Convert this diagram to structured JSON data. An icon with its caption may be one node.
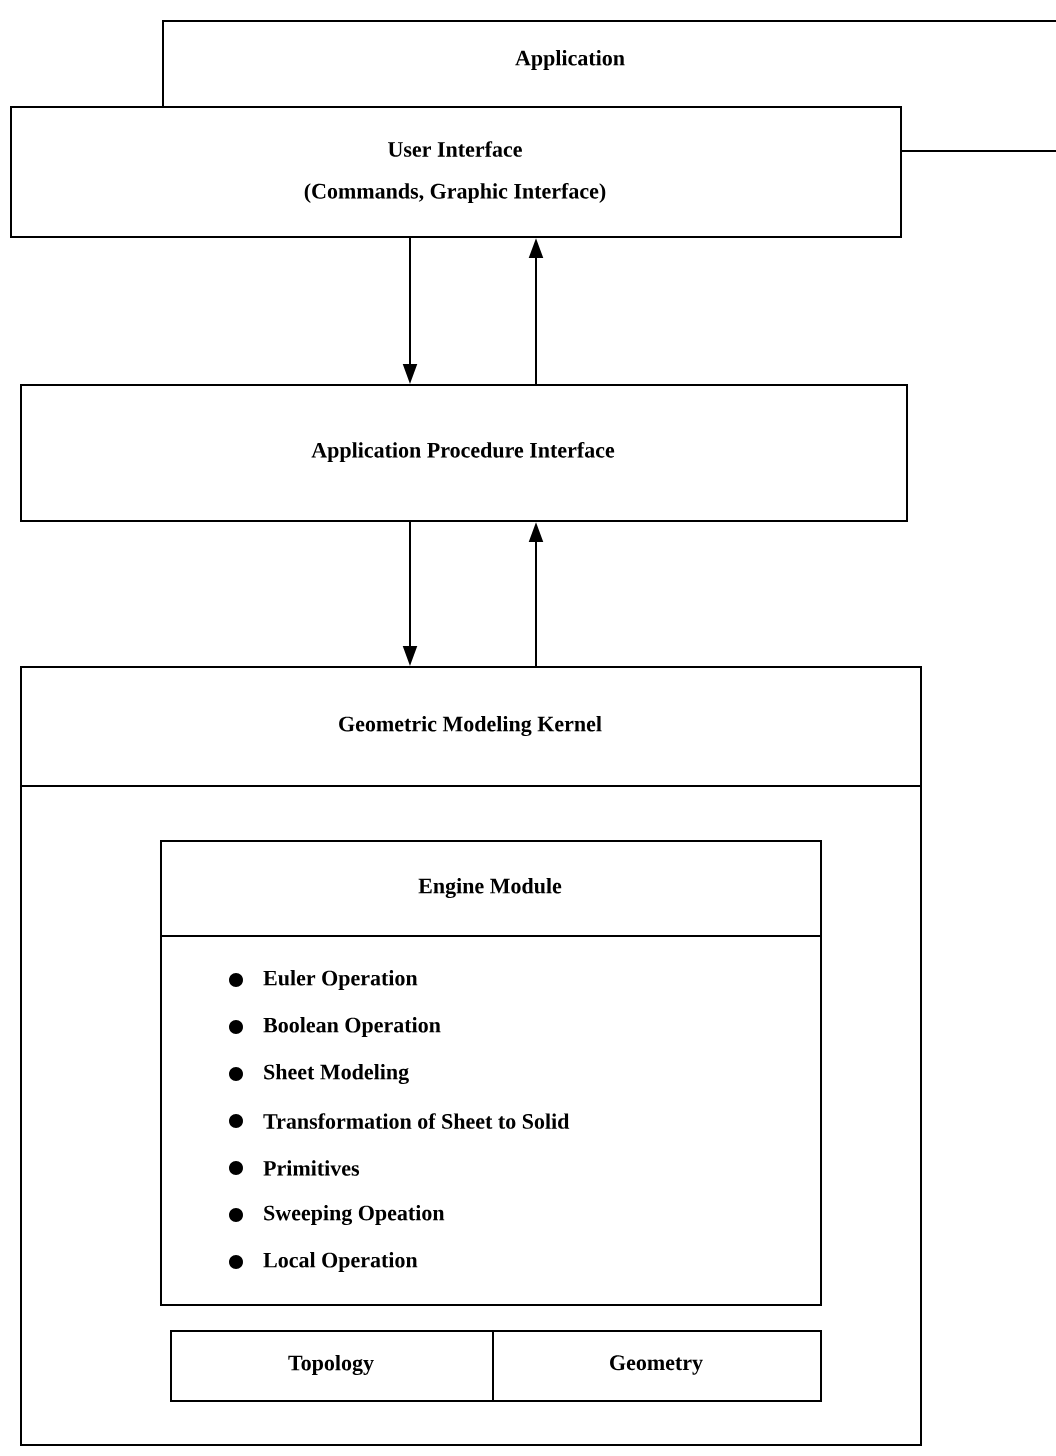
{
  "diagram": {
    "nodes": [
      {
        "text": [
          "Application"
        ]
      },
      {
        "text": [
          "User Interface",
          "(Commands, Graphic Interface)"
        ]
      },
      {
        "text": [
          "Application Procedure Interface"
        ]
      },
      {
        "text": [
          "Geometric Modeling Kernel"
        ]
      },
      {
        "text": [
          "Engine Module",
          "Euler Operation",
          "Boolean Operation",
          "Sheet Modeling",
          "Transformation of Sheet to Solid",
          "Primitives",
          "Sweeping Opeation",
          "Local Operation"
        ],
        "in": 3
      },
      {
        "text": [
          "Topology"
        ],
        "in": 3
      },
      {
        "text": [
          "Geometry"
        ],
        "in": 3
      }
    ],
    "edges": [
      {
        "from": 1,
        "to": 2,
        "arrow": "to"
      },
      {
        "from": 2,
        "to": 1,
        "arrow": "to"
      },
      {
        "from": 2,
        "to": 3,
        "arrow": "to"
      },
      {
        "from": 3,
        "to": 2,
        "arrow": "to"
      }
    ]
  }
}
